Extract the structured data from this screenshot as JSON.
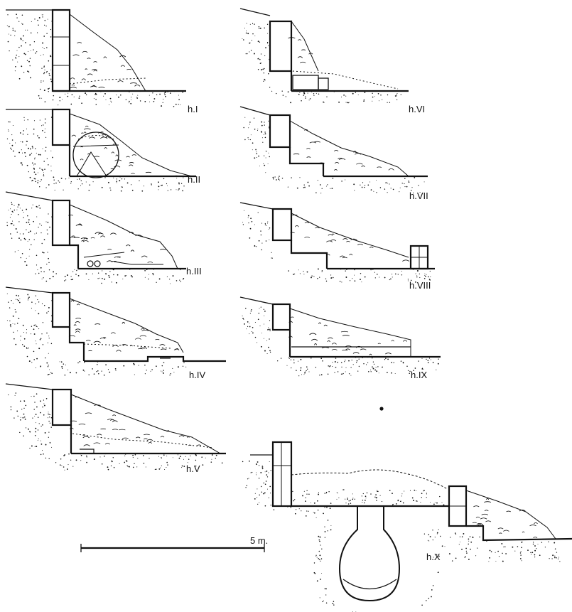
{
  "sections": [
    {
      "id": "s1",
      "label": "h.I"
    },
    {
      "id": "s2",
      "label": "h.II"
    },
    {
      "id": "s3",
      "label": "h.III"
    },
    {
      "id": "s4",
      "label": "h.IV"
    },
    {
      "id": "s5",
      "label": "h.V"
    },
    {
      "id": "s6",
      "label": "h.VI"
    },
    {
      "id": "s7",
      "label": "h.VII"
    },
    {
      "id": "s8",
      "label": "h.VIII"
    },
    {
      "id": "s9",
      "label": "h.IX"
    },
    {
      "id": "s10",
      "label": "h.X"
    }
  ],
  "scale": {
    "label": "5 m."
  },
  "colors": {
    "ink": "#111111",
    "paper": "#ffffff"
  }
}
